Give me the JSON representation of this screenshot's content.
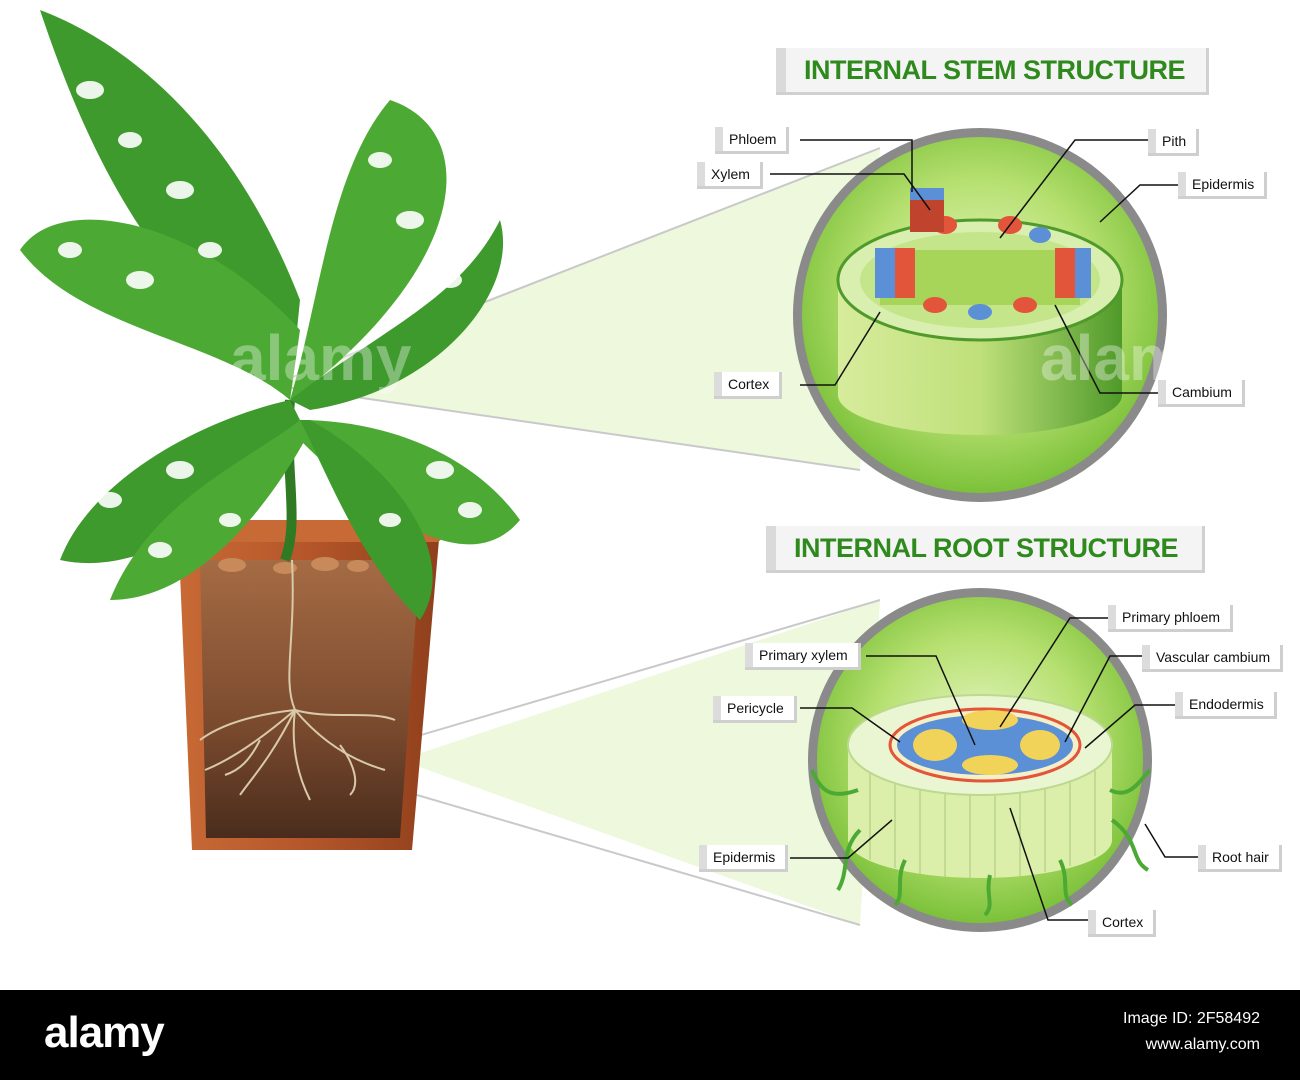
{
  "stem": {
    "title": "INTERNAL STEM STRUCTURE",
    "labels": {
      "phloem": "Phloem",
      "xylem": "Xylem",
      "pith": "Pith",
      "epidermis": "Epidermis",
      "cortex": "Cortex",
      "cambium": "Cambium"
    }
  },
  "root": {
    "title": "INTERNAL ROOT STRUCTURE",
    "labels": {
      "primary_phloem": "Primary phloem",
      "primary_xylem": "Primary xylem",
      "vascular_cambium": "Vascular cambium",
      "pericycle": "Pericycle",
      "endodermis": "Endodermis",
      "epidermis": "Epidermis",
      "root_hair": "Root hair",
      "cortex": "Cortex"
    }
  },
  "watermark": "alamy",
  "footer": {
    "brand": "alamy",
    "image_id": "Image ID: 2F58492",
    "site": "www.alamy.com"
  },
  "colors": {
    "title_green": "#2f8a1e",
    "leaf_green": "#3e9a2c",
    "lens_green": "#9ed64a",
    "phloem_blue": "#5b8fd6",
    "xylem_red": "#e2553a",
    "pot_brown": "#b4562a"
  }
}
